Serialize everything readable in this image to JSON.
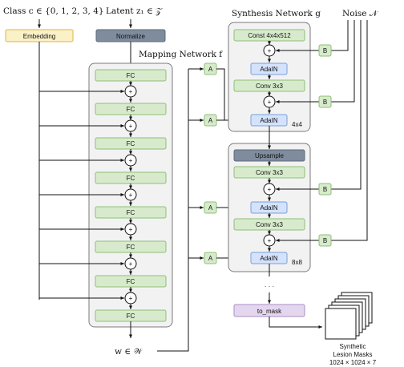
{
  "labels": {
    "class_label": "Class c ∈ {0, 1, 2, 3, 4}",
    "latent_label": "Latent z₁ ∈ 𝒵",
    "synthesis_title": "Synthesis Network g",
    "noise_label": "Noise 𝒩",
    "mapping_title": "Mapping Network f",
    "w_label": "w ∈ 𝒲",
    "output_line1": "Synthetic",
    "output_line2": "Lesion Masks",
    "output_line3": "1024 × 1024 × 7"
  },
  "blocks": {
    "embedding": "Embedding",
    "normalize": "Normalize",
    "fc": "FC",
    "const": "Const 4x4x512",
    "adain": "AdaIN",
    "conv": "Conv 3x3",
    "upsample": "Upsample",
    "to_mask": "to_mask",
    "a": "A",
    "b": "B",
    "plus": "+",
    "res_4": "4x4",
    "res_8": "8x8",
    "ellipsis": "· · ·"
  },
  "colors": {
    "embedding_fill": "#fbf1c7",
    "embedding_stroke": "#d9b84a",
    "normalize_fill": "#7e8c9d",
    "fc_fill": "#d7ebcc",
    "fc_stroke": "#8fbf78",
    "adain_fill": "#d4e3fb",
    "adain_stroke": "#7a9fd9",
    "upsample_fill": "#7e8c9d",
    "to_mask_fill": "#e4d6ef",
    "to_mask_stroke": "#a88cc4",
    "panel_fill": "#f2f2f2",
    "panel_stroke": "#7b7b7b"
  }
}
